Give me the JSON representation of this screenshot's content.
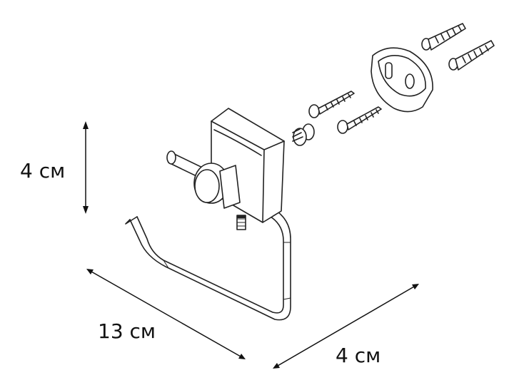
{
  "dimensions": {
    "height": "4 см",
    "length": "13 см",
    "depth": "4 см"
  },
  "colors": {
    "line": "#222222",
    "background": "#ffffff"
  },
  "parts": [
    "wall-plate",
    "roll-bar",
    "holder-arm",
    "set-screw",
    "mounting-screw",
    "wall-plug",
    "mounting-bracket",
    "screw-washer"
  ]
}
